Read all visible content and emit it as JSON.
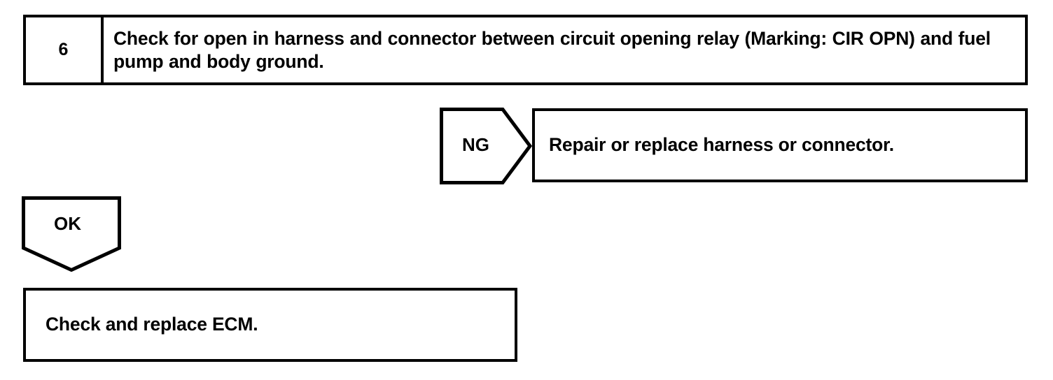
{
  "document": {
    "title": "Diagnostic Flowchart Step 6",
    "ink_color": "#000000",
    "background_color": "#ffffff"
  },
  "step": {
    "number": "6",
    "instruction": "Check for open in harness and connector between circuit opening relay (Marking: CIR OPN) and fuel pump and body ground."
  },
  "branches": {
    "ng": {
      "label": "NG",
      "shape": "right-pointing-pentagon",
      "result": "Repair or replace harness or connector."
    },
    "ok": {
      "label": "OK",
      "shape": "down-pointing-pentagon",
      "result": "Check and replace ECM."
    }
  }
}
